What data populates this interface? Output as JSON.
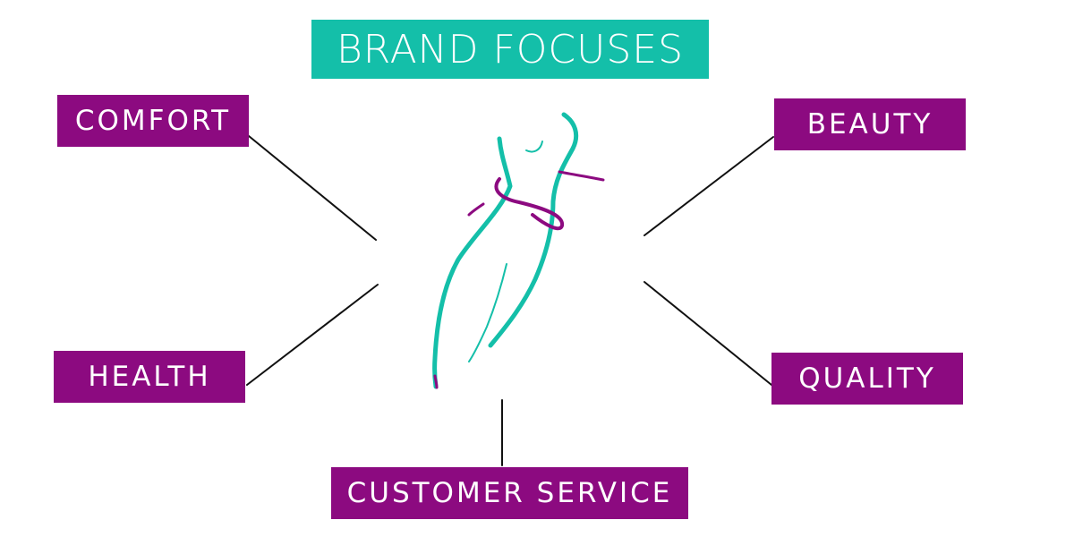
{
  "title": "BRAND FOCUSES",
  "focuses": {
    "comfort": "COMFORT",
    "beauty": "BEAUTY",
    "health": "HEALTH",
    "quality": "QUALITY",
    "customer_service": "CUSTOMER SERVICE"
  },
  "colors": {
    "title_background": "#14bfa9",
    "label_background": "#8c0a80",
    "figure_teal": "#14bfa9",
    "figure_purple": "#8c0a80",
    "connector": "#111111",
    "text": "#ffffff"
  },
  "icons": {
    "center_figure": "female-silhouette-icon"
  }
}
